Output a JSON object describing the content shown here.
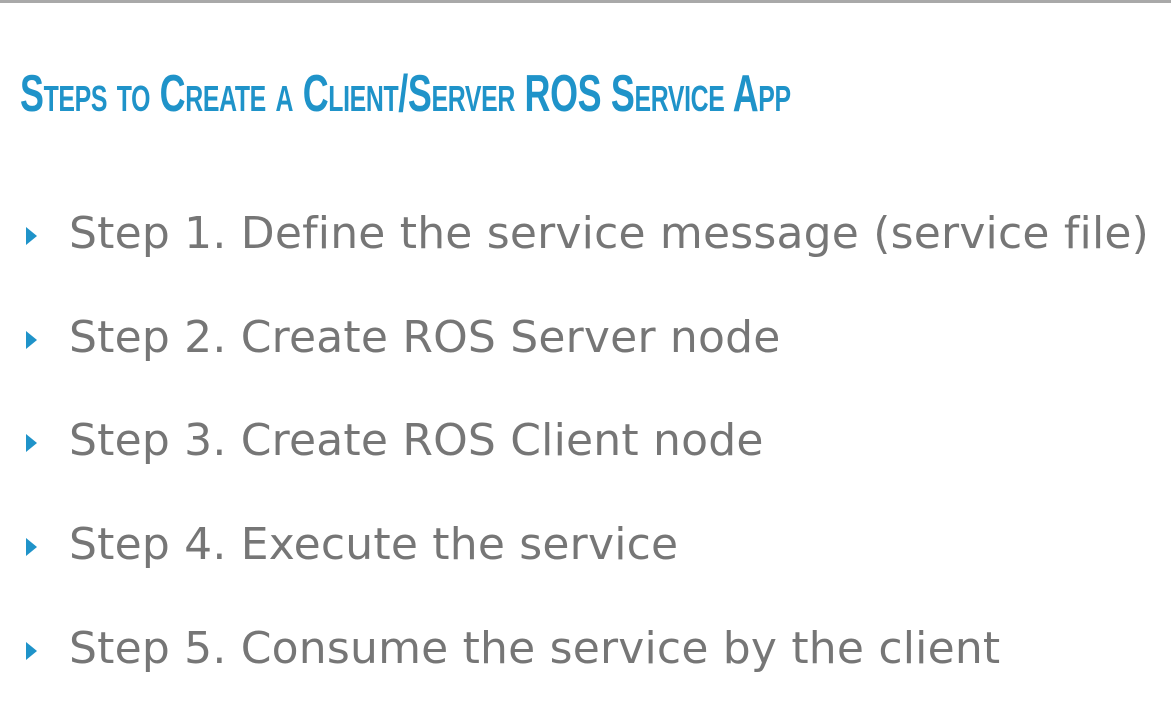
{
  "slide": {
    "title": "Steps to Create a Client/Server ROS Service App",
    "accent_color": "#1f93c9",
    "text_color": "#767676",
    "bullet_icon": "triangle-right-icon",
    "steps": [
      {
        "label": "Step 1. Define the service message (service file)"
      },
      {
        "label": "Step 2. Create ROS Server node"
      },
      {
        "label": "Step 3. Create ROS Client node"
      },
      {
        "label": "Step 4. Execute the service"
      },
      {
        "label": "Step 5. Consume the service by the client"
      }
    ]
  }
}
